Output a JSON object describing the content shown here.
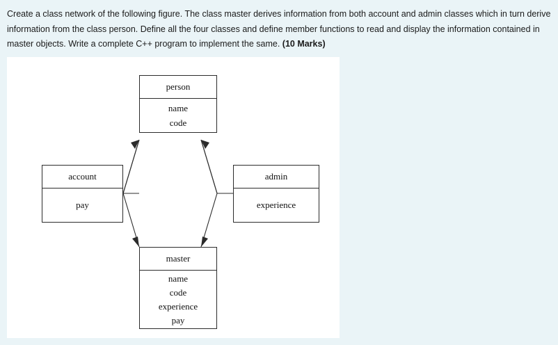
{
  "question": {
    "line1": "Create a class network of the following figure. The class master derives information from both account and admin classes",
    "line2": "which in turn derive information from the class person. Define all the four classes and define member functions to read and",
    "line3": "display the information contained in master objects. Write a complete C++ program to implement the same.",
    "marks": "(10 Marks)"
  },
  "diagram": {
    "type": "class-inheritance-diagram",
    "classes": [
      {
        "id": "person",
        "name": "person",
        "members": [
          "name",
          "code"
        ]
      },
      {
        "id": "account",
        "name": "account",
        "members": [
          "pay"
        ]
      },
      {
        "id": "admin",
        "name": "admin",
        "members": [
          "experience"
        ]
      },
      {
        "id": "master",
        "name": "master",
        "members": [
          "name",
          "code",
          "experience",
          "pay"
        ]
      }
    ],
    "edges": [
      {
        "from": "account",
        "to": "person",
        "arrow": "to-person"
      },
      {
        "from": "admin",
        "to": "person",
        "arrow": "to-person"
      },
      {
        "from": "master",
        "to": "account",
        "arrow": "to-master"
      },
      {
        "from": "master",
        "to": "admin",
        "arrow": "to-master"
      }
    ],
    "line_color": "#2b2b2b",
    "background": "#ffffff"
  },
  "page": {
    "background": "#eaf4f7"
  }
}
